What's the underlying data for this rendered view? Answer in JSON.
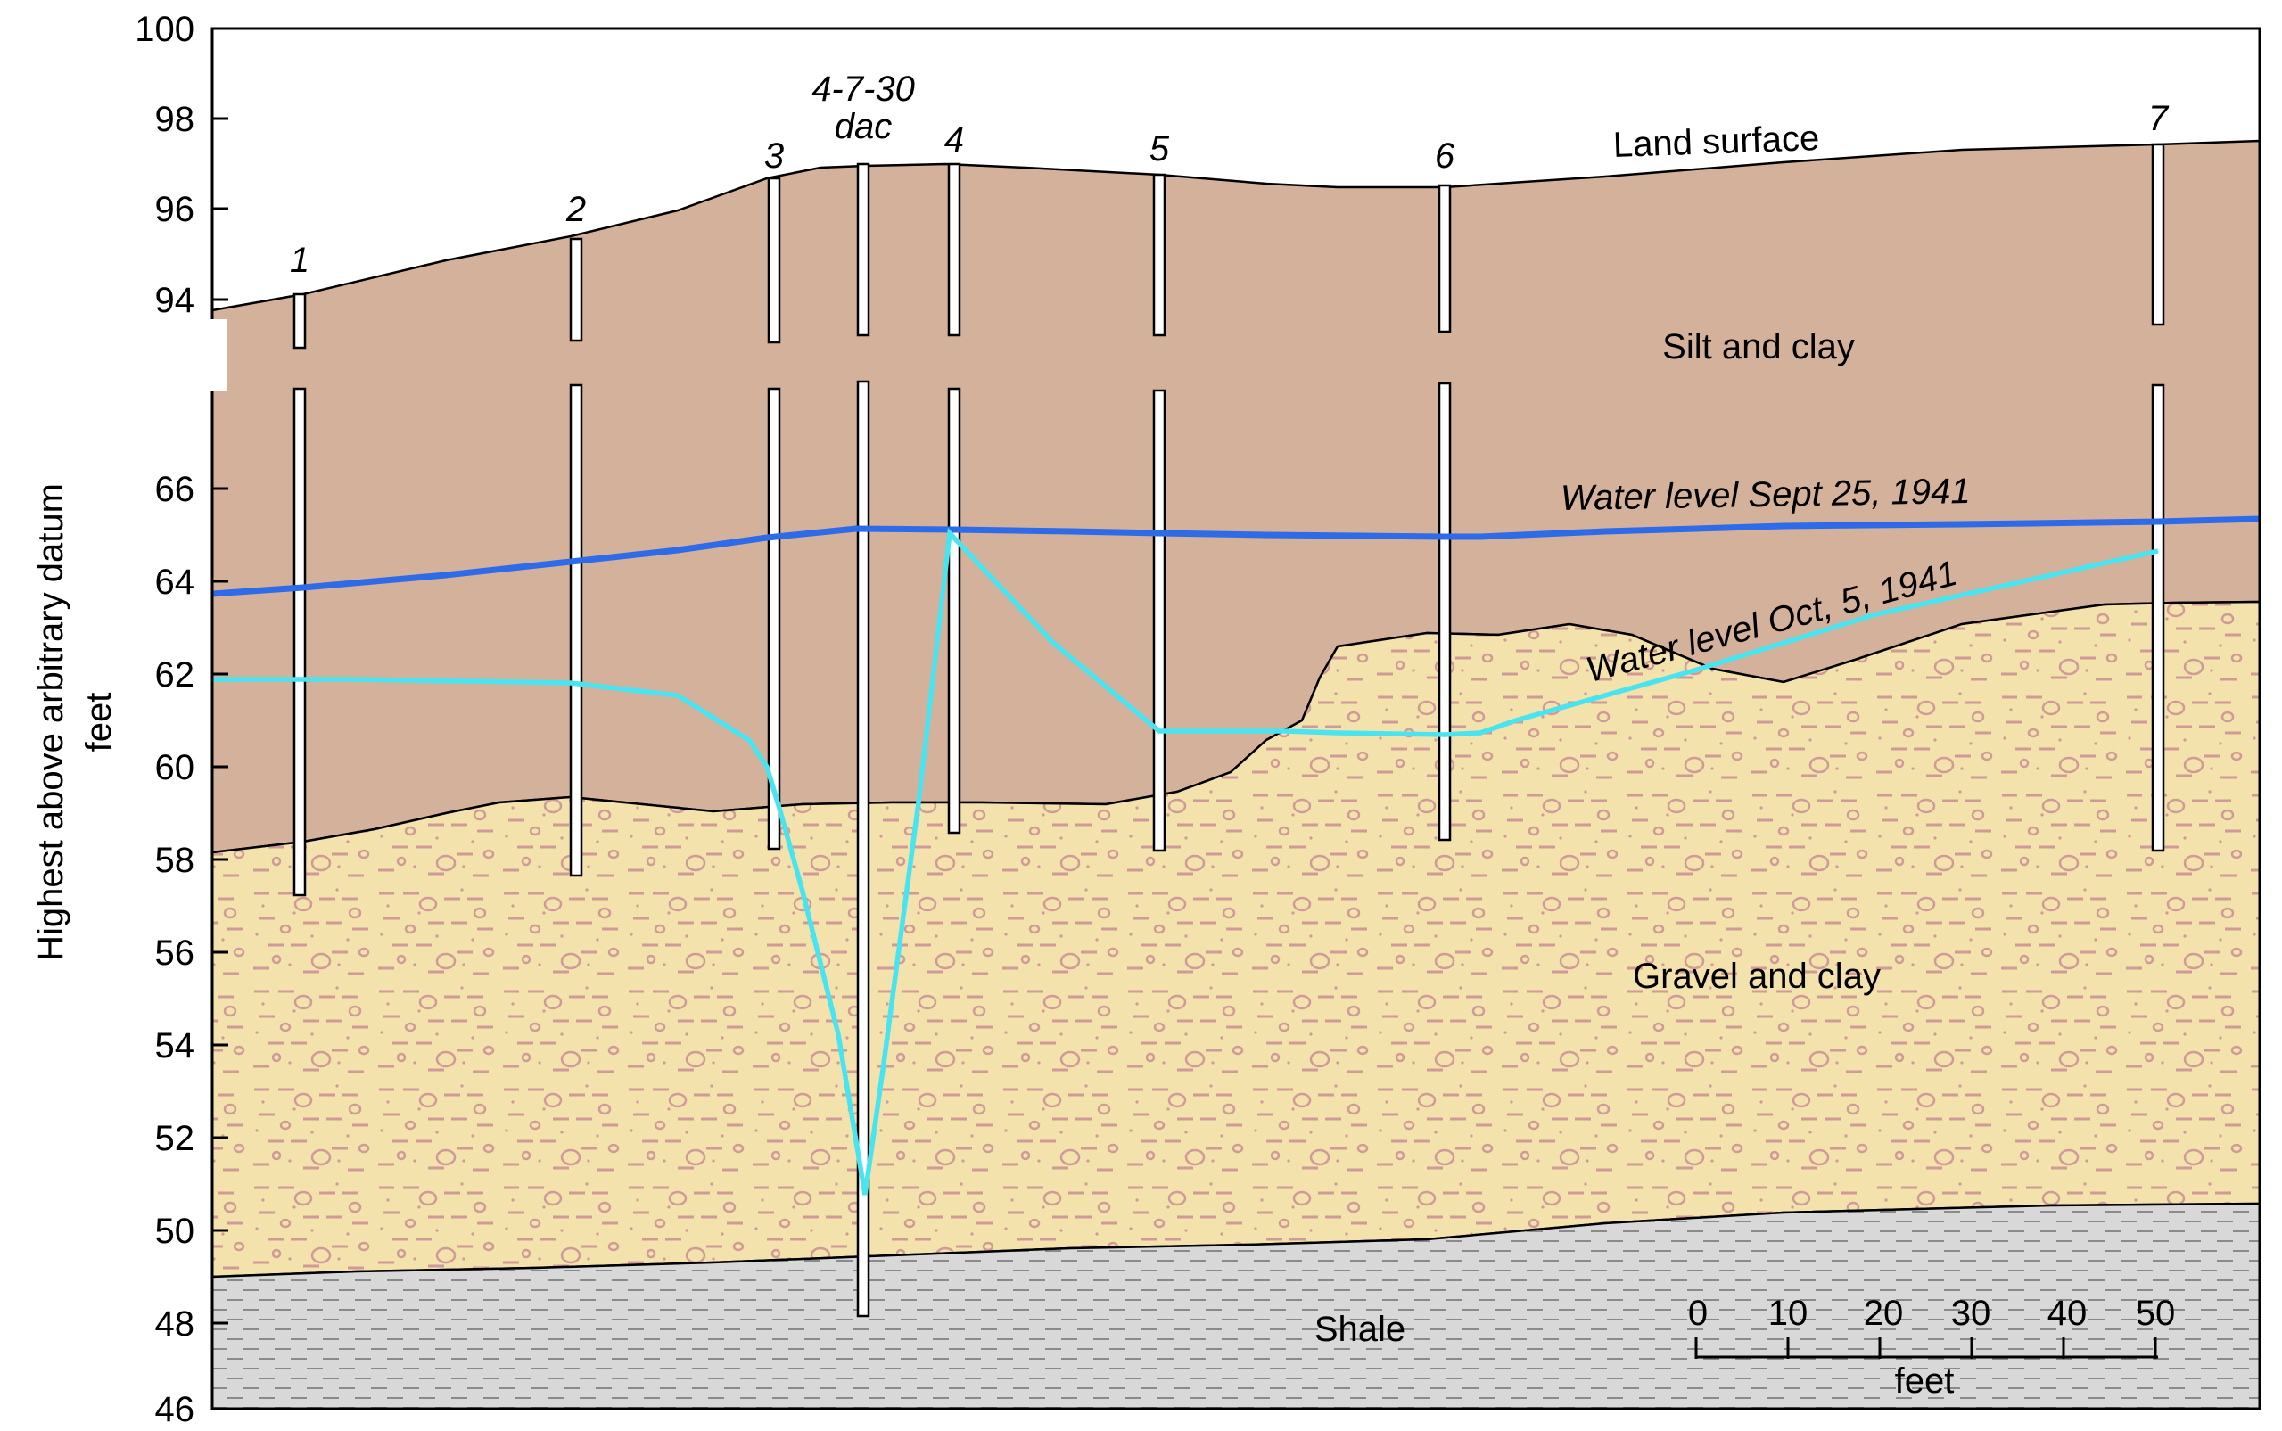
{
  "y_axis": {
    "label_line1": "Highest above arbitrary datum",
    "label_line2": "feet",
    "upper_ticks": [
      "100",
      "98",
      "96",
      "94"
    ],
    "lower_ticks": [
      "66",
      "64",
      "62",
      "60",
      "58",
      "56",
      "54",
      "52",
      "50",
      "48",
      "46"
    ]
  },
  "layers": {
    "silt_clay": "Silt and clay",
    "gravel_clay": "Gravel and clay",
    "shale": "Shale",
    "land_surface": "Land surface"
  },
  "water_levels": {
    "sept": "Water level Sept 25, 1941",
    "oct": "Water level Oct, 5, 1941"
  },
  "wells": [
    {
      "label": "1"
    },
    {
      "label": "2"
    },
    {
      "label": "3"
    },
    {
      "label_line1": "4-7-30",
      "label_line2": "dac"
    },
    {
      "label": "4"
    },
    {
      "label": "5"
    },
    {
      "label": "6"
    },
    {
      "label": "7"
    }
  ],
  "scale_bar": {
    "ticks": [
      "0",
      "10",
      "20",
      "30",
      "40",
      "50"
    ],
    "unit": "feet"
  },
  "colors": {
    "silt_clay": "#d4b19b",
    "gravel_clay": "#f3e2ac",
    "gravel_marks": "#cf9a98",
    "shale": "#d8d8d8",
    "water_sept": "#2e6be8",
    "water_oct": "#49e4ef"
  }
}
